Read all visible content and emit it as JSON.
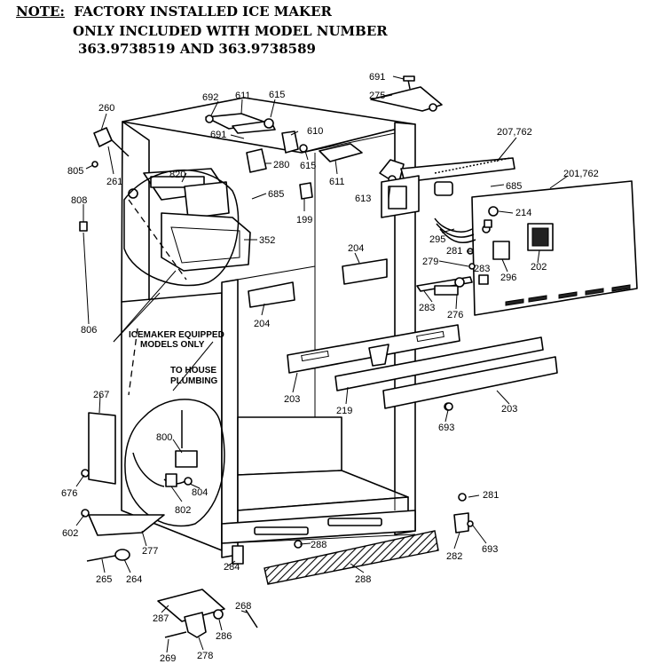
{
  "note": {
    "prefix": "NOTE:",
    "line1": "FACTORY INSTALLED ICE MAKER",
    "line2": "ONLY INCLUDED WITH MODEL NUMBER",
    "line3": "363.9738519 AND 363.9738589"
  },
  "callouts": {
    "icemaker_equipped_1": "ICEMAKER EQUIPPED",
    "icemaker_equipped_2": "MODELS ONLY",
    "plumbing_1": "TO HOUSE",
    "plumbing_2": "PLUMBING"
  },
  "part_labels": {
    "p691a": "691",
    "p275": "275",
    "p692": "692",
    "p611a": "611",
    "p615a": "615",
    "p691b": "691",
    "p610": "610",
    "p280": "280",
    "p615b": "615",
    "p611b": "611",
    "p613": "613",
    "p207": "207,762",
    "p201": "201,762",
    "p685a": "685",
    "p260": "260",
    "p805": "805",
    "p261": "261",
    "p820": "820",
    "p685b": "685",
    "p808": "808",
    "p199": "199",
    "p352": "352",
    "p214": "214",
    "p295": "295",
    "p281a": "281",
    "p279": "279",
    "p283a": "283",
    "p202": "202",
    "p296": "296",
    "p283b": "283",
    "p276": "276",
    "p204a": "204",
    "p204b": "204",
    "p806": "806",
    "p203a": "203",
    "p219": "219",
    "p203b": "203",
    "p267": "267",
    "p693a": "693",
    "p800": "800",
    "p804": "804",
    "p802": "802",
    "p676": "676",
    "p281b": "281",
    "p602": "602",
    "p277": "277",
    "p288a": "288",
    "p282": "282",
    "p693b": "693",
    "p284": "284",
    "p265": "265",
    "p264": "264",
    "p288b": "288",
    "p268": "268",
    "p287": "287",
    "p286": "286",
    "p269": "269",
    "p278": "278"
  }
}
